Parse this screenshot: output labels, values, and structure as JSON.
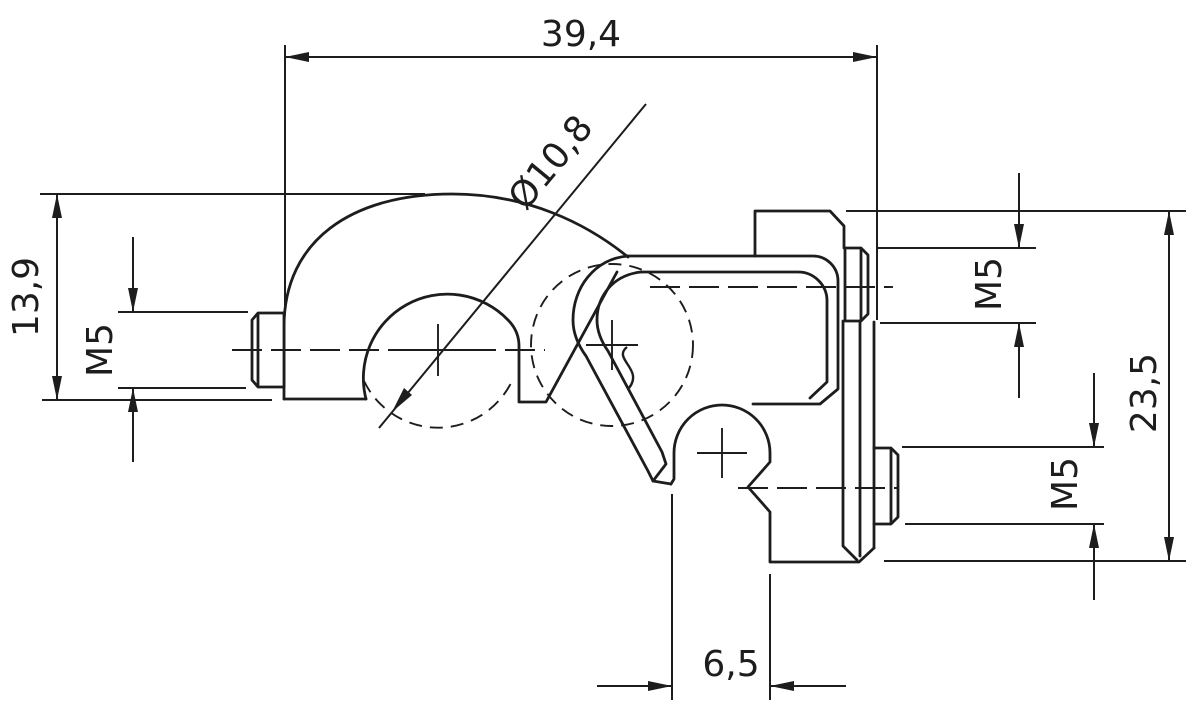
{
  "drawing": {
    "title": "clamp-bracket-technical-drawing",
    "background": "#ffffff",
    "line_color": "#1d1d1d",
    "labels": {
      "total_width": "39,4",
      "hole_diameter": "Ø10,8",
      "left_height": "13,9",
      "left_thread": "M5",
      "top_right_thread": "M5",
      "right_height": "23,5",
      "bottom_right_thread": "M5",
      "foot_width": "6,5"
    }
  }
}
